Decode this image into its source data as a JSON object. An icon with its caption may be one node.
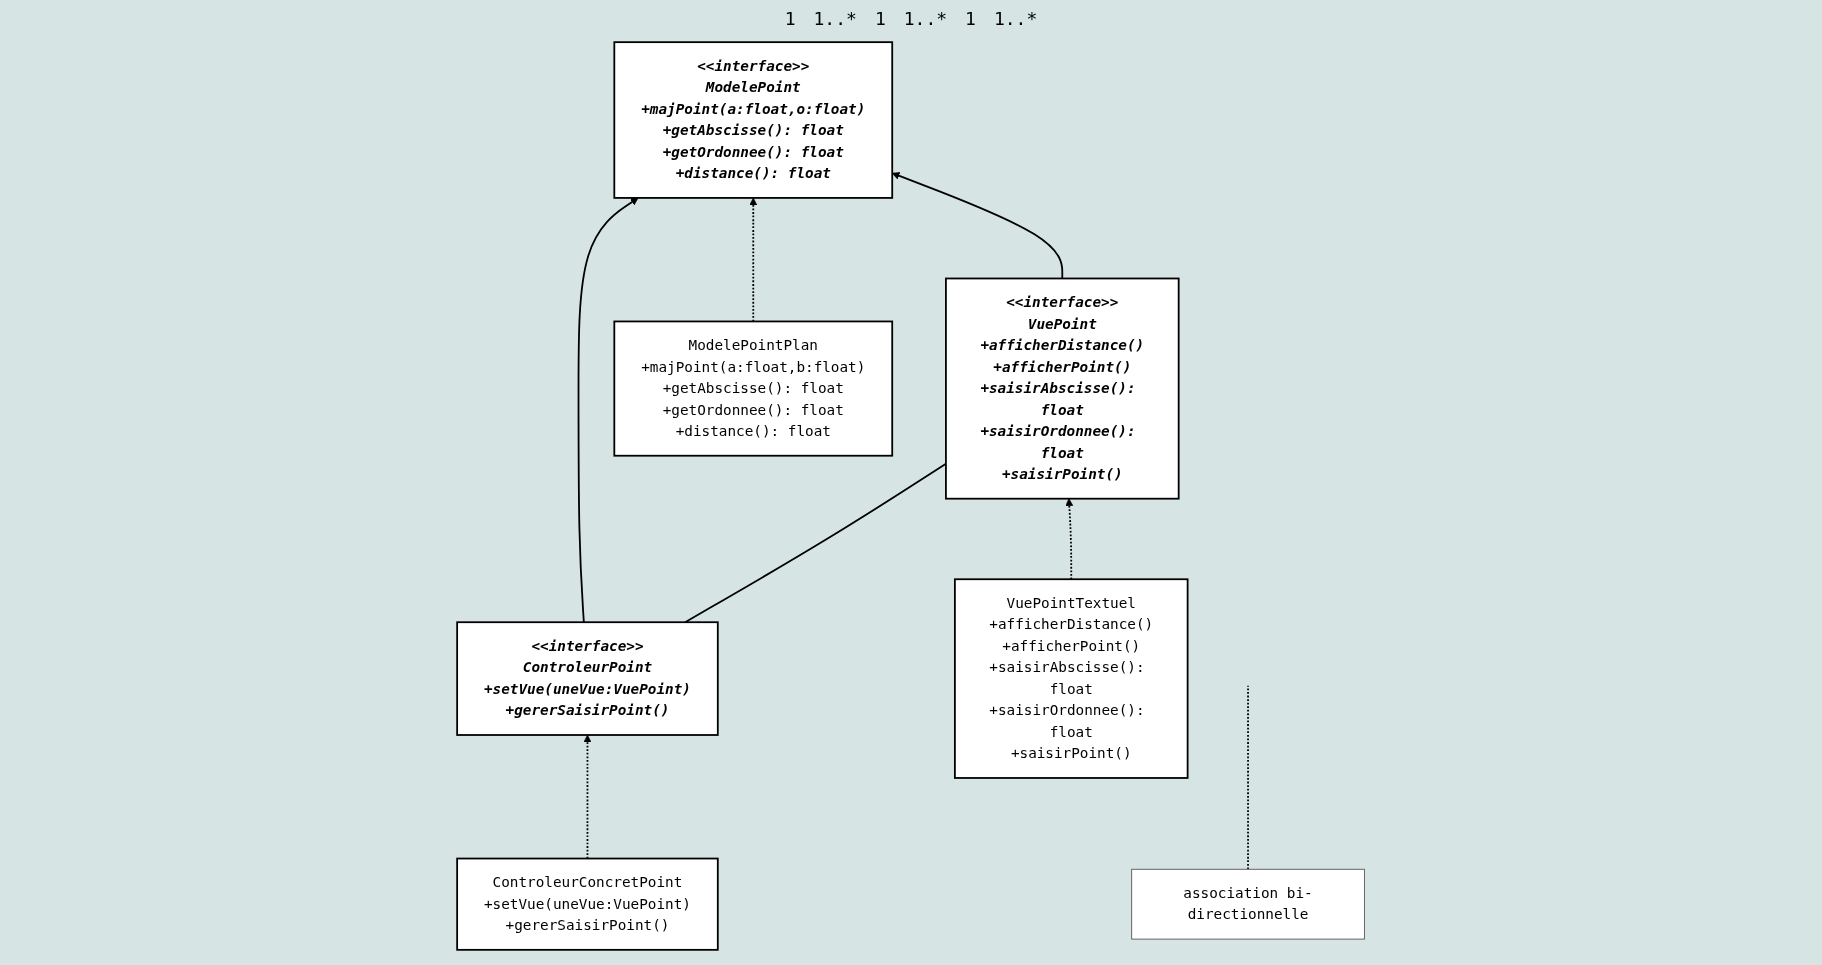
{
  "diagram": {
    "nodes": [
      {
        "text": [
          "<<interface>>",
          "ModelePoint",
          "+majPoint(a:float,o:float)",
          "+getAbscisse(): float",
          "+getOrdonnee(): float",
          "+distance(): float"
        ]
      },
      {
        "text": [
          "<<interface>>",
          "VuePoint",
          "+afficherDistance()",
          "+afficherPoint()",
          "+saisirAbscisse(): float",
          "+saisirOrdonnee(): float",
          "+saisirPoint()"
        ]
      },
      {
        "text": [
          "<<interface>>",
          "ControleurPoint",
          "+setVue(uneVue:VuePoint)",
          "+gererSaisirPoint()"
        ]
      },
      {
        "text": [
          "association bi-directionnelle"
        ]
      },
      {
        "text": [
          "ModelePointPlan",
          "+majPoint(a:float,b:float)",
          "+getAbscisse(): float",
          "+getOrdonnee(): float",
          "+distance(): float"
        ]
      },
      {
        "text": [
          "ControleurConcretPoint",
          "+setVue(uneVue:VuePoint)",
          "+gererSaisirPoint()"
        ]
      },
      {
        "text": [
          "VuePointTextuel",
          "+afficherDistance()",
          "+afficherPoint()",
          "+saisirAbscisse(): float",
          "+saisirOrdonnee(): float",
          "+saisirPoint()"
        ]
      }
    ],
    "edges": [
      {
        "from": 1,
        "to": 0,
        "arrow": "to"
      },
      {
        "from": 2,
        "to": 0,
        "arrow": "to"
      },
      {
        "from": 2,
        "to": 1,
        "arrow": "none"
      },
      {
        "from": 3,
        "to": null,
        "arrow": "none",
        "style": "dashed"
      },
      {
        "from": 4,
        "to": 0,
        "arrow": "to",
        "style": "dashed"
      },
      {
        "from": 5,
        "to": 2,
        "arrow": "to",
        "style": "dashed"
      },
      {
        "from": 6,
        "to": 1,
        "arrow": "to",
        "style": "dashed"
      }
    ],
    "labels": [
      "1",
      "1..*",
      "1",
      "1..*",
      "1",
      "1..*"
    ]
  }
}
